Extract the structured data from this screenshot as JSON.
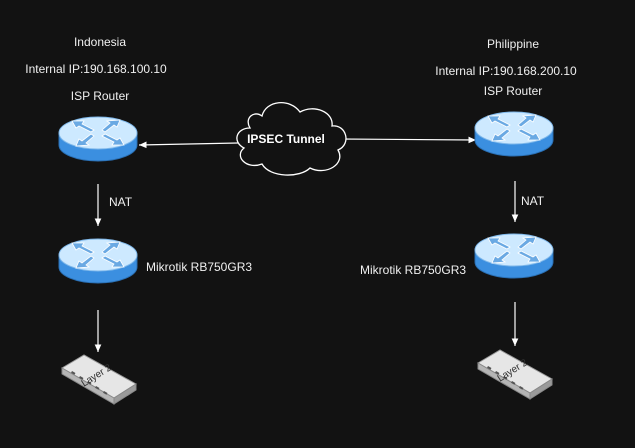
{
  "colors": {
    "background": "#121212",
    "router_top": "#cde9ff",
    "router_side": "#3b8fe0",
    "switch_top": "#e6e6e6",
    "switch_side": "#b5b5b5",
    "line": "#ffffff"
  },
  "left_site": {
    "country": "Indonesia",
    "internal_ip": "Internal IP:190.168.100.10",
    "isp_label": "ISP Router",
    "nat_label": "NAT",
    "mikrotik_label": "Mikrotik RB750GR3",
    "switch_label": "Layer 2"
  },
  "right_site": {
    "country": "Philippine",
    "internal_ip": "Internal IP:190.168.200.10",
    "isp_label": "ISP Router",
    "nat_label": "NAT",
    "mikrotik_label": "Mikrotik RB750GR3",
    "switch_label": "Layer 2"
  },
  "tunnel": {
    "label": "IPSEC Tunnel"
  },
  "icons": {
    "router": "router-icon",
    "switch": "layer2-switch-icon",
    "cloud": "cloud-icon"
  }
}
